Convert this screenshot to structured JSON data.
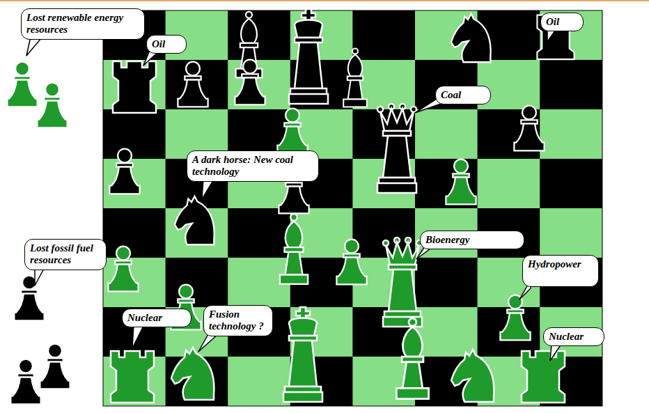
{
  "diagram": {
    "nodes": [
      {
        "text": [
          "Lost renewable energy resources"
        ]
      },
      {
        "text": [
          "Oil"
        ]
      },
      {
        "text": [
          "Oil"
        ]
      },
      {
        "text": [
          "Coal"
        ]
      },
      {
        "text": [
          "A dark horse: New coal technology"
        ]
      },
      {
        "text": [
          "Bioenergy"
        ]
      },
      {
        "text": [
          "Lost fossil fuel resources"
        ]
      },
      {
        "text": [
          "Hydropower"
        ]
      },
      {
        "text": [
          "Nuclear"
        ]
      },
      {
        "text": [
          "Fusion technology ?"
        ]
      },
      {
        "text": [
          "Nuclear"
        ]
      }
    ]
  }
}
